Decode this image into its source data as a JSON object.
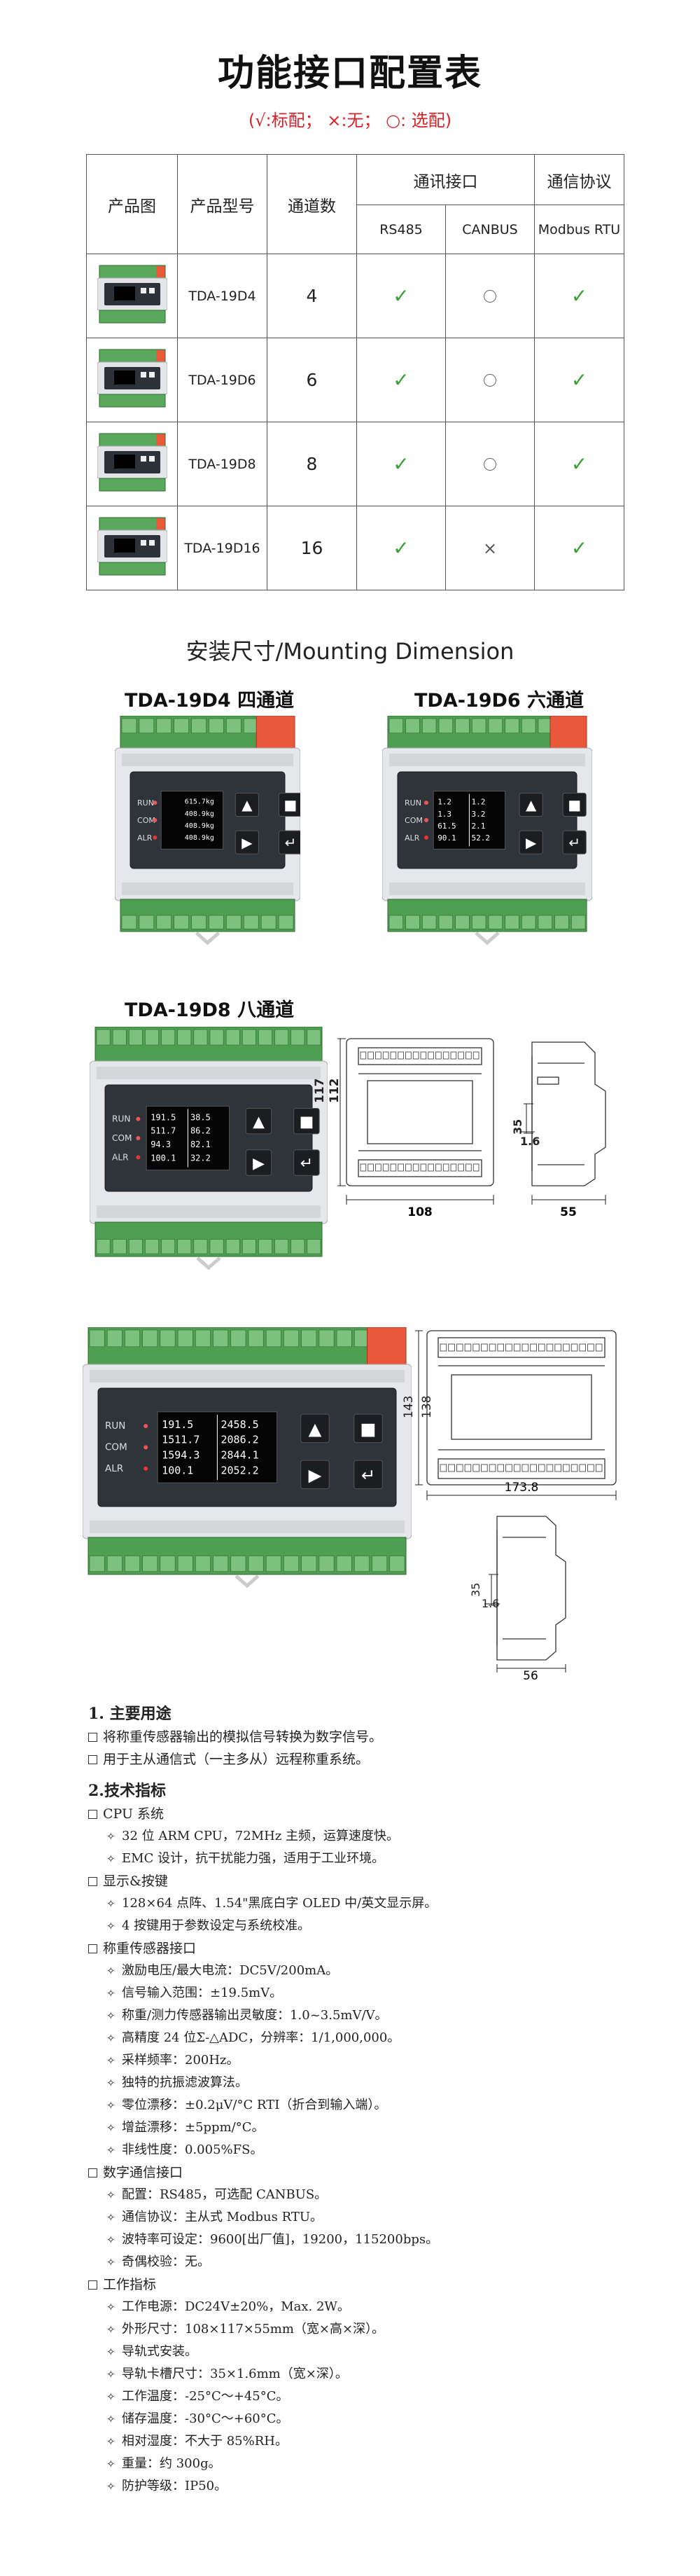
{
  "title": "功能接口配置表",
  "legend": "(√:标配；  ×:无；  ○:  选配)",
  "table": {
    "headers": {
      "image": "产品图",
      "model": "产品型号",
      "channels": "通道数",
      "comm_interface": "通讯接口",
      "protocol": "通信协议",
      "rs485": "RS485",
      "canbus": "CANBUS",
      "modbus": "Modbus RTU"
    },
    "rows": [
      {
        "model": "TDA-19D4",
        "channels": "4",
        "rs485": "check",
        "canbus": "circle",
        "modbus": "check"
      },
      {
        "model": "TDA-19D6",
        "channels": "6",
        "rs485": "check",
        "canbus": "circle",
        "modbus": "check"
      },
      {
        "model": "TDA-19D8",
        "channels": "8",
        "rs485": "check",
        "canbus": "circle",
        "modbus": "check"
      },
      {
        "model": "TDA-19D16",
        "channels": "16",
        "rs485": "check",
        "canbus": "cross",
        "modbus": "check"
      }
    ],
    "marks": {
      "check": "✓",
      "cross": "×",
      "circle": "○"
    }
  },
  "mount_title": "安装尺寸/Mounting Dimension",
  "devices": {
    "d4": {
      "label": "TDA-19D4 四通道",
      "values": [
        "615.7kg",
        "408.9kg",
        "408.9kg",
        "408.9kg"
      ]
    },
    "d6": {
      "label": "TDA-19D6 六通道",
      "left": [
        "1.2",
        "1.3",
        "61.5",
        "90.1"
      ],
      "right": [
        "1.2",
        "3.2",
        "2.1",
        "52.2"
      ]
    },
    "d8": {
      "label": "TDA-19D8 八通道",
      "left": [
        "191.5",
        "511.7",
        "94.3",
        "100.1"
      ],
      "right": [
        "38.5",
        "86.2",
        "82.1",
        "32.2"
      ]
    },
    "d16": {
      "left": [
        "191.5",
        "1511.7",
        "1594.3",
        "100.1"
      ],
      "right": [
        "2458.5",
        "2086.2",
        "2844.1",
        "2052.2"
      ]
    },
    "indicators": [
      "RUN",
      "COM",
      "ALR"
    ]
  },
  "dimensions": {
    "small": {
      "h117": "117",
      "h112": "112",
      "w108": "108",
      "d35": "35",
      "d16": "1.6",
      "w55": "55"
    },
    "large": {
      "h143": "143",
      "h138": "138",
      "w1738": "173.8",
      "d35": "35",
      "d16": "1.6",
      "w56": "56"
    }
  },
  "specs": {
    "s1_title": "1. 主要用途",
    "s1_items": [
      "将称重传感器输出的模拟信号转换为数字信号。",
      "用于主从通信式（一主多从）远程称重系统。"
    ],
    "s2_title": "2.技术指标",
    "groups": [
      {
        "title": "CPU 系统",
        "items": [
          "32 位 ARM CPU，72MHz 主频，运算速度快。",
          "EMC 设计，抗干扰能力强，适用于工业环境。"
        ]
      },
      {
        "title": "显示&按键",
        "items": [
          "128×64 点阵、1.54\"黑底白字 OLED 中/英文显示屏。",
          "4 按键用于参数设定与系统校准。"
        ]
      },
      {
        "title": "称重传感器接口",
        "items": [
          "激励电压/最大电流：DC5V/200mA。",
          "信号输入范围：±19.5mV。",
          "称重/测力传感器输出灵敏度：1.0~3.5mV/V。",
          "高精度 24 位Σ-△ADC，分辨率：1/1,000,000。",
          "采样频率：200Hz。",
          "独特的抗振滤波算法。",
          "零位漂移：±0.2μV/°C RTI（折合到输入端）。",
          "增益漂移：±5ppm/°C。",
          "非线性度：0.005%FS。"
        ]
      },
      {
        "title": "数字通信接口",
        "items": [
          "配置：RS485，可选配 CANBUS。",
          "通信协议：主从式 Modbus RTU。",
          "波特率可设定：9600[出厂值]，19200，115200bps。",
          "奇偶校验：无。"
        ]
      },
      {
        "title": "工作指标",
        "items": [
          "工作电源：DC24V±20%，Max. 2W。",
          "外形尺寸：108×117×55mm（宽×高×深）。",
          "导轨式安装。",
          "导轨卡槽尺寸：35×1.6mm（宽×深）。",
          "工作温度：-25°C～+45°C。",
          "储存温度：-30°C～+60°C。",
          "相对湿度：不大于 85%RH。",
          "重量：约 300g。",
          "防护等级：IP50。"
        ]
      }
    ]
  }
}
